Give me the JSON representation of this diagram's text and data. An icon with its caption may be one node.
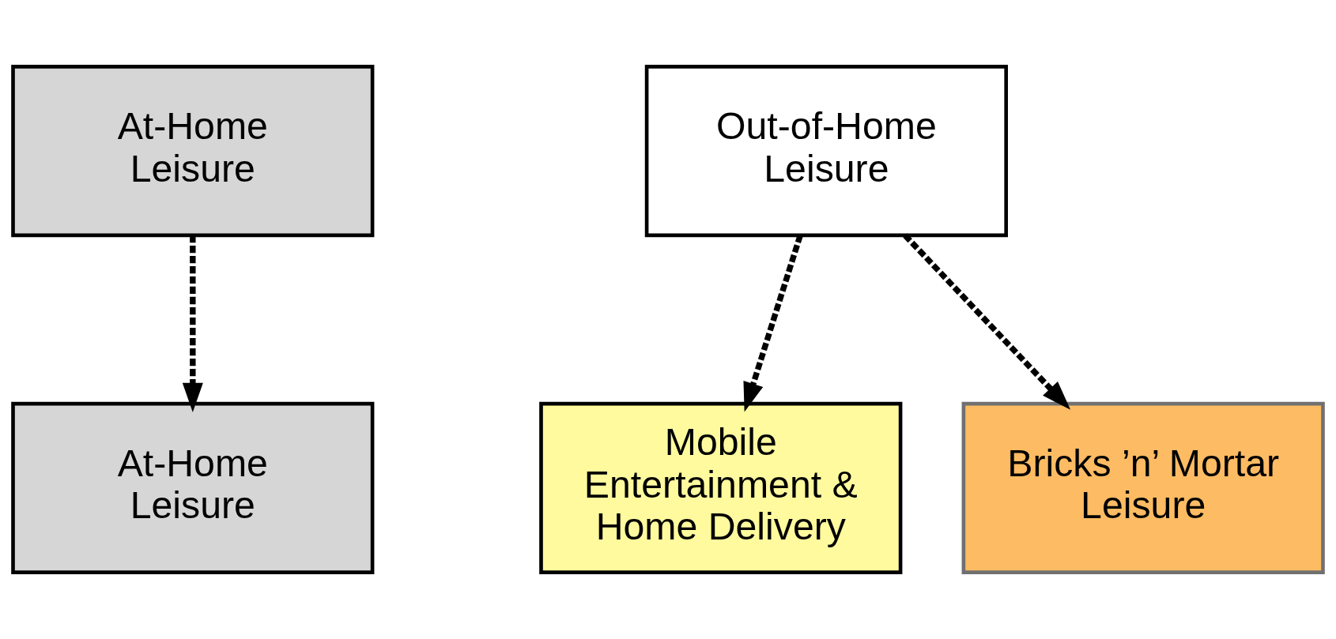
{
  "diagram": {
    "nodes": [
      {
        "text": [
          "At-Home Leisure"
        ]
      },
      {
        "text": [
          "Out-of-Home Leisure"
        ]
      },
      {
        "text": [
          "At-Home Leisure"
        ]
      },
      {
        "text": [
          "Mobile Entertainment & Home Delivery"
        ]
      },
      {
        "text": [
          "Bricks ’n’ Mortar Leisure"
        ]
      }
    ],
    "edges": [
      {
        "from": 0,
        "to": 2,
        "arrow": "to",
        "style": "dashed"
      },
      {
        "from": 1,
        "to": 3,
        "arrow": "to",
        "style": "dashed"
      },
      {
        "from": 1,
        "to": 4,
        "arrow": "to",
        "style": "dashed"
      }
    ]
  }
}
